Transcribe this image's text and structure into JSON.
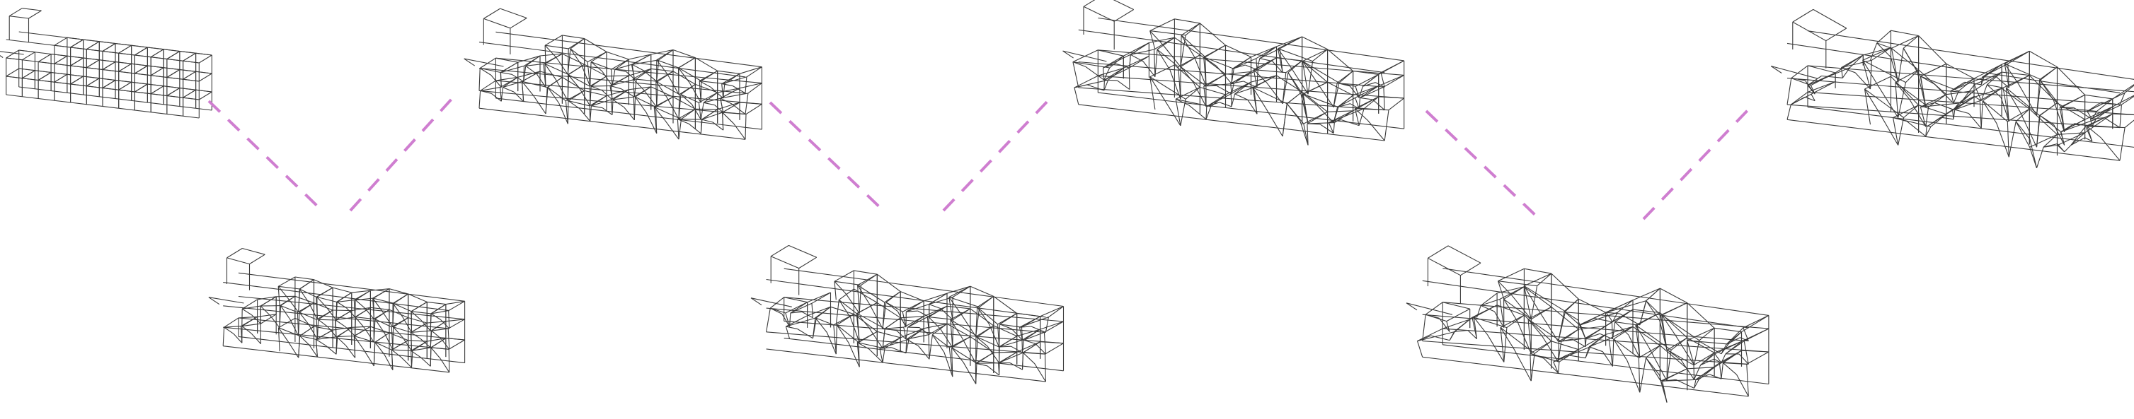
{
  "figure": {
    "kind": "wireframe-fold-sequence",
    "stages": [
      {
        "id": 1,
        "row": "top",
        "fold": 0.0
      },
      {
        "id": 2,
        "row": "bottom",
        "fold": 0.25
      },
      {
        "id": 3,
        "row": "top",
        "fold": 0.45
      },
      {
        "id": 4,
        "row": "bottom",
        "fold": 0.6
      },
      {
        "id": 5,
        "row": "top",
        "fold": 0.75
      },
      {
        "id": 6,
        "row": "bottom",
        "fold": 0.88
      },
      {
        "id": 7,
        "row": "top",
        "fold": 1.0
      }
    ],
    "connector_pairs": [
      [
        1,
        2
      ],
      [
        2,
        3
      ],
      [
        3,
        4
      ],
      [
        4,
        5
      ],
      [
        5,
        6
      ],
      [
        6,
        7
      ]
    ]
  },
  "colors": {
    "background": "#ffffff",
    "wire": "#3a3a3a",
    "connector": "#cf7ed0"
  }
}
